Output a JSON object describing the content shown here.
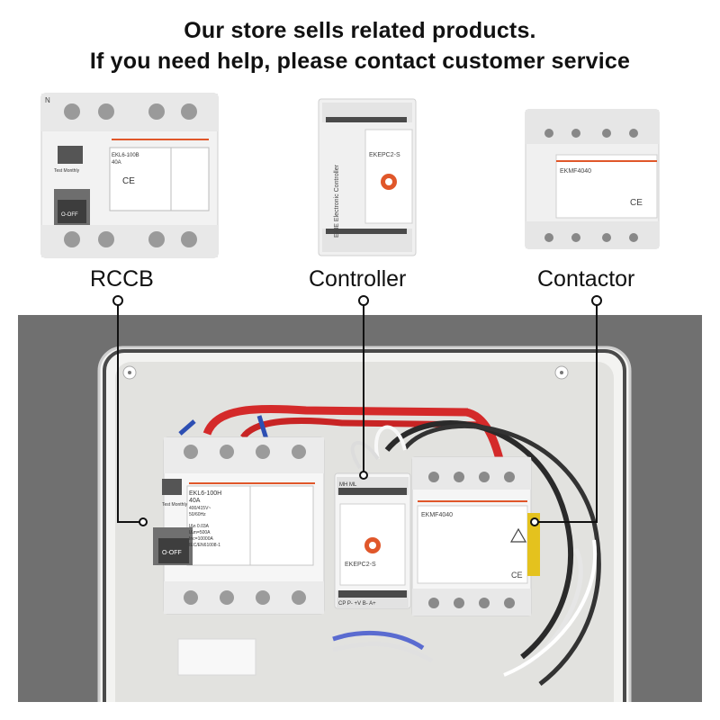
{
  "headline": {
    "line1": "Our store sells related products.",
    "line2": "If you need help, please contact customer service"
  },
  "products": {
    "rccb": {
      "label": "RCCB",
      "model": "EKL6-100B",
      "rating": "40A",
      "test_text": "Test Monthly",
      "off_text": "O-OFF",
      "ce_mark": "CE",
      "n_mark": "N"
    },
    "controller": {
      "label": "Controller",
      "model": "EKEPC2-S",
      "side_text": "EAIE Electronic Controller"
    },
    "contactor": {
      "label": "Contactor",
      "model": "EKMF4040",
      "ce_mark": "CE"
    }
  },
  "scene": {
    "rccb_model": "EKL6-100H",
    "rccb_rating": "40A",
    "rccb_spec1": "400/415V~",
    "rccb_spec2": "50/60Hz",
    "rccb_spec3": "IΔn 0.03A",
    "rccb_spec4": "IΔm=500A",
    "rccb_spec5": "Inc=10000A",
    "rccb_spec6": "IEC/EN61008-1",
    "rccb_test": "Test Monthly",
    "rccb_off": "O-OFF",
    "controller_model": "EKEPC2-S",
    "controller_top": "MH ML",
    "controller_bottom": "CP P- +V B- A+",
    "contactor_model": "EKMF4040",
    "contactor_ce": "CE"
  },
  "colors": {
    "background": "#ffffff",
    "scene_background": "#707070",
    "accent_orange": "#e0572a",
    "wire_red": "#d42a2a",
    "callout_line": "#111111"
  }
}
